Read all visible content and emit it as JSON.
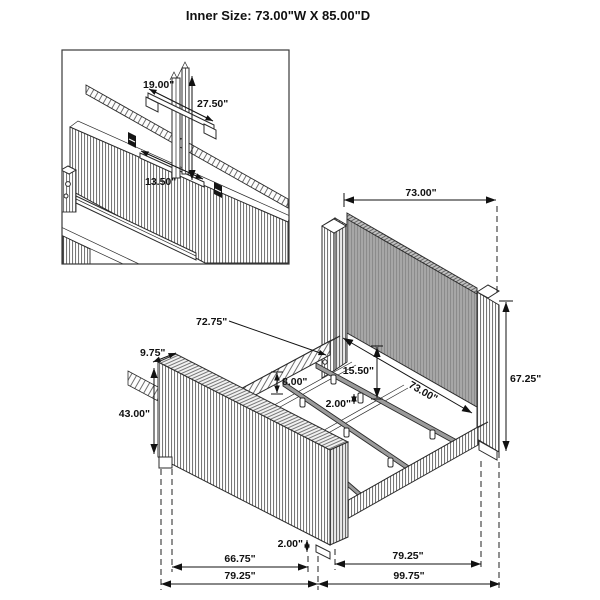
{
  "title": "Inner Size: 73.00\"W X 85.00\"D",
  "inset_detail": {
    "crossbar_width": "19.00\"",
    "mount_post_height": "27.50\"",
    "mount_bracket_width": "13.50\""
  },
  "main_view": {
    "headboard_width": "73.00\"",
    "headboard_height": "67.25\"",
    "headboard_inner_width": "73.00\"",
    "panel_to_slat_height": "15.50\"",
    "slat_leg_height": "2.00\"",
    "side_rail_length": "72.75\"",
    "side_rail_height": "8.00\"",
    "footboard_thickness": "9.75\"",
    "footboard_height": "43.00\"",
    "footboard_foot_height": "2.00\"",
    "footboard_inner_width": "66.75\"",
    "footboard_width": "79.25\"",
    "frame_depth": "79.25\"",
    "overall_depth": "99.75\""
  }
}
